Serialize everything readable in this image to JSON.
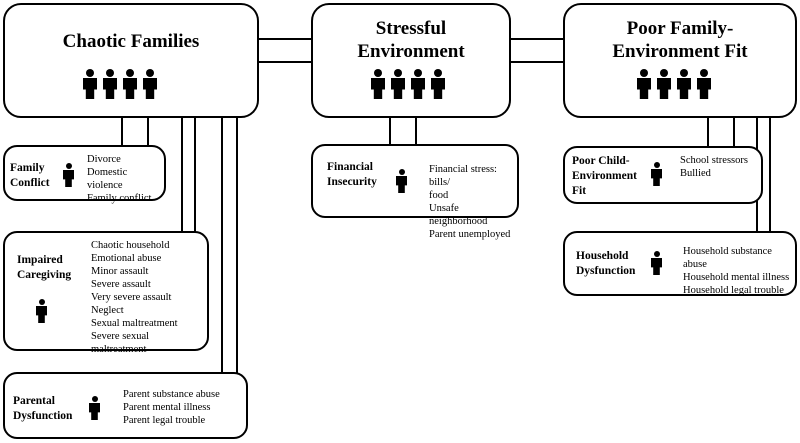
{
  "main_boxes": [
    {
      "id": "chaotic",
      "title": "Chaotic Families"
    },
    {
      "id": "stressful",
      "title": "Stressful\nEnvironment"
    },
    {
      "id": "poorfit",
      "title": "Poor Family-\nEnvironment Fit"
    }
  ],
  "sub_boxes": {
    "family_conflict": {
      "title": "Family\nConflict",
      "items": [
        "Divorce",
        "Domestic violence",
        "Family conflict"
      ]
    },
    "impaired_caregiving": {
      "title": "Impaired\nCaregiving",
      "items": [
        "Chaotic household",
        "Emotional abuse",
        "Minor assault",
        "Severe assault",
        "Very severe assault",
        "Neglect",
        "Sexual maltreatment",
        "Severe sexual maltreatment"
      ]
    },
    "parental_dysfunction": {
      "title": "Parental\nDysfunction",
      "items": [
        "Parent substance abuse",
        "Parent mental illness",
        "Parent legal trouble"
      ]
    },
    "financial_insecurity": {
      "title": "Financial\nInsecurity",
      "items": [
        "Financial stress: bills/\nfood",
        "Unsafe neighborhood",
        "Parent unemployed"
      ]
    },
    "poor_child_fit": {
      "title": "Poor Child-\nEnvironment\nFit",
      "items": [
        "School stressors",
        "Bullied"
      ]
    },
    "household_dysfunction": {
      "title": "Household\nDysfunction",
      "items": [
        "Household substance abuse",
        "Household mental illness",
        "Household legal trouble"
      ]
    }
  },
  "icons": {
    "person": "person-icon"
  }
}
